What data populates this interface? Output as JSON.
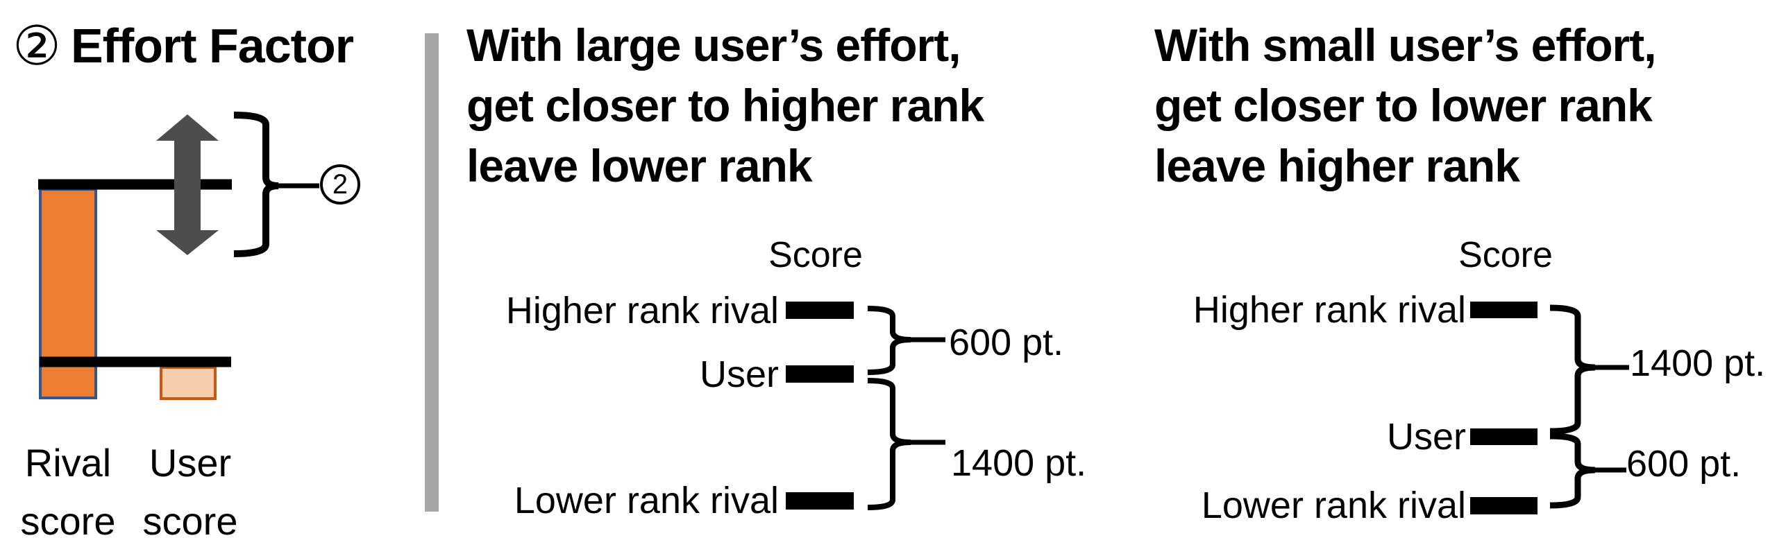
{
  "figure": {
    "title_number": "②",
    "title_text": "Effort Factor"
  },
  "left_chart": {
    "rival_label_line1": "Rival",
    "rival_label_line2": "score",
    "user_label_line1": "User",
    "user_label_line2": "score",
    "callout_number": "2",
    "colors": {
      "rival_fill": "#ED7D31",
      "rival_border": "#35558E",
      "user_fill": "#F8CBAD",
      "user_border": "#C55A11",
      "arrow_gray": "#4D4D4D",
      "line_black": "#000000",
      "divider_gray": "#A6A6A6"
    }
  },
  "middle_panel": {
    "heading_line1": "With large user’s effort,",
    "heading_line2": "get closer to higher rank",
    "heading_line3": "leave lower rank",
    "axis_label": "Score",
    "rows": [
      {
        "label": "Higher rank rival"
      },
      {
        "label": "User"
      },
      {
        "label": "Lower rank rival"
      }
    ],
    "gap_upper": "600 pt.",
    "gap_lower": "1400 pt."
  },
  "right_panel": {
    "heading_line1": "With small user’s effort,",
    "heading_line2": "get closer to lower rank",
    "heading_line3": "leave higher rank",
    "axis_label": "Score",
    "rows": [
      {
        "label": "Higher rank rival"
      },
      {
        "label": "User"
      },
      {
        "label": "Lower rank rival"
      }
    ],
    "gap_upper": "1400 pt.",
    "gap_lower": "600 pt."
  }
}
